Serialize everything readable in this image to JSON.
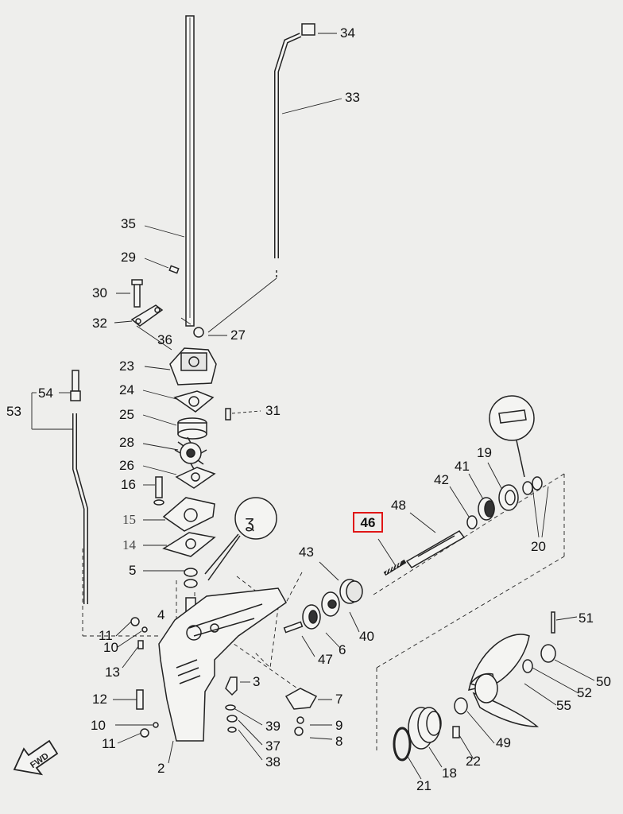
{
  "diagram": {
    "highlighted_part": "46",
    "fwd_label": "FWD",
    "labels": {
      "l34": "34",
      "l33": "33",
      "l35": "35",
      "l29": "29",
      "l30": "30",
      "l32": "32",
      "l36": "36",
      "l27": "27",
      "l23": "23",
      "l24": "24",
      "l25": "25",
      "l28": "28",
      "l26": "26",
      "l16": "16",
      "l15": "15",
      "l14": "14",
      "l5": "5",
      "l31": "31",
      "l53": "53",
      "l54": "54",
      "l4": "4",
      "l11a": "11",
      "l10a": "10",
      "l13": "13",
      "l12": "12",
      "l10b": "10",
      "l11b": "11",
      "l2": "2",
      "l3": "3",
      "l7": "7",
      "l39": "39",
      "l9": "9",
      "l37": "37",
      "l8": "8",
      "l38": "38",
      "l43": "43",
      "l48": "48",
      "l42": "42",
      "l41": "41",
      "l19": "19",
      "l20": "20",
      "l40": "40",
      "l6": "6",
      "l47": "47",
      "l51": "51",
      "l50": "50",
      "l52": "52",
      "l55": "55",
      "l49": "49",
      "l22": "22",
      "l18": "18",
      "l21": "21"
    }
  }
}
